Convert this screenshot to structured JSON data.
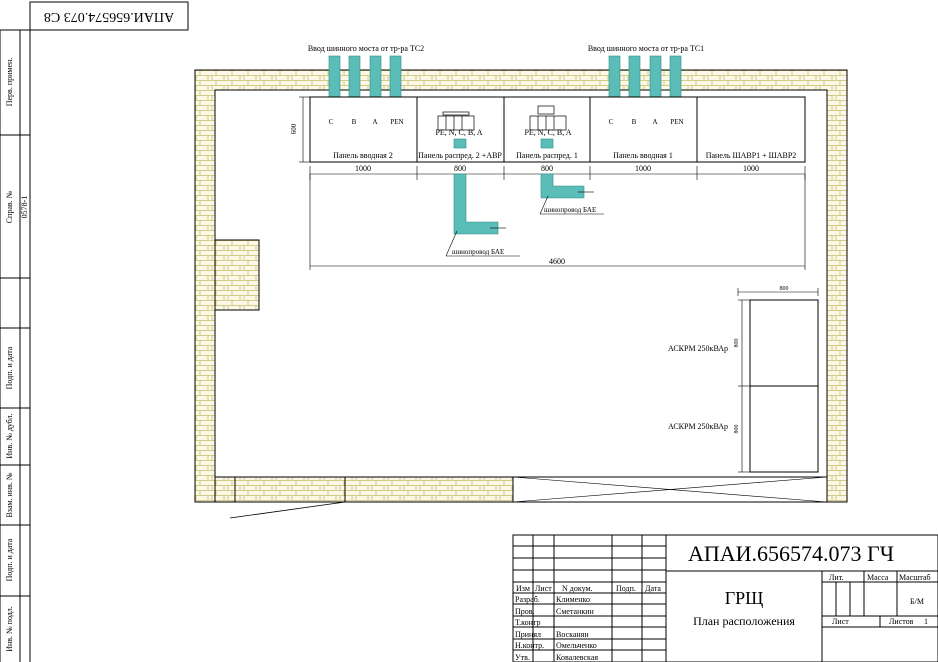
{
  "top_stamp": "АПАИ.656574.073 С8",
  "margin": {
    "perv_primen": "Перв. примен.",
    "sprav_no": "Справ. №",
    "sprav_value": "0578-1",
    "podp_data_1": "Подп. и дата",
    "inv_dubl": "Инв. № дубл.",
    "vzam_inv": "Взам. инв. №",
    "podp_data_2": "Подп. и дата",
    "inv_podl": "Инв. № подл."
  },
  "plan": {
    "feed_tc2": "Ввод шинного моста от тр-ра ТС2",
    "feed_tc1": "Ввод шинного моста от тр-ра ТС1",
    "phases_left": [
      "С",
      "В",
      "А",
      "PEN"
    ],
    "phases_right": [
      "С",
      "В",
      "А",
      "PEN"
    ],
    "dim_600": "600",
    "panel_bus_labels": [
      "PE, N, C, B, A",
      "PE, N, C, B, A"
    ],
    "panels": [
      "Панель вводная 2",
      "Панель распред. 2 +АВР",
      "Панель распред. 1",
      "Панель вводная 1",
      "Панель ШАВР1 + ШАВР2"
    ],
    "panel_dims": [
      "1000",
      "800",
      "800",
      "1000",
      "1000"
    ],
    "dim_total": "4600",
    "busway_left": "шинопровод БАЕ",
    "busway_right": "шинопровод БАЕ",
    "askrm_width": "800",
    "askrm_depth_1": "800",
    "askrm_depth_2": "800",
    "askrm_1": "АСКРМ 250кВАр",
    "askrm_2": "АСКРМ 250кВАр"
  },
  "title_block": {
    "designation": "АПАИ.656574.073 ГЧ",
    "name": "ГРЩ",
    "subtitle": "План расположения",
    "col_izm": "Изм",
    "col_list": "Лист",
    "col_doc": "N докум.",
    "col_podp": "Подп.",
    "col_data": "Дата",
    "roles": [
      {
        "role": "Разраб.",
        "person": "Клименко"
      },
      {
        "role": "Пров.",
        "person": "Сметанкин"
      },
      {
        "role": "Т.контр",
        "person": ""
      },
      {
        "role": "Принял",
        "person": "Восканян"
      },
      {
        "role": "Н.контр.",
        "person": "Омельченко"
      },
      {
        "role": "Утв.",
        "person": "Ковалевская"
      }
    ],
    "lit": "Лит.",
    "massa": "Масса",
    "masshtab": "Масштаб",
    "scale_value": "Б/М",
    "sheet": "Лист",
    "sheet_value": "",
    "sheets_total_label": "Листов",
    "sheets_total_value": "1"
  },
  "colors": {
    "busbar": "#5bbdb8",
    "brick": "#d8d08a",
    "line": "#000000"
  }
}
